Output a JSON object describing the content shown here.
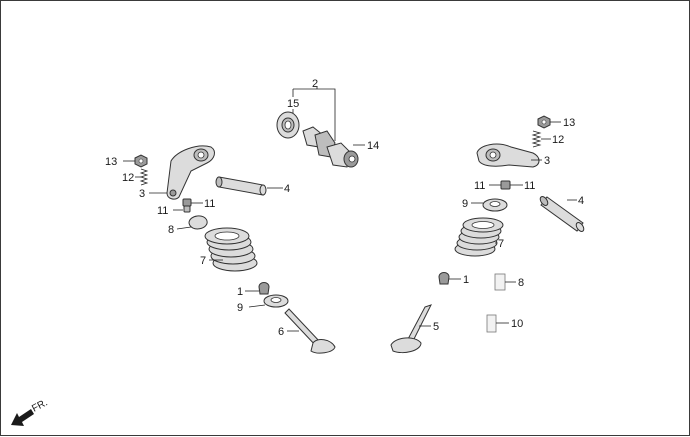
{
  "diagram": {
    "background": "#ffffff",
    "line_color": "#222222",
    "labels": {
      "cam_group": "2",
      "bearing": "15",
      "camshaft": "14",
      "nut_left": "13",
      "spring_left": "12",
      "rocker_left": "3",
      "shaft_left": "4",
      "adjuster_left_a": "11",
      "adjuster_left_b": "11",
      "seal_left": "8",
      "valve_spring_left": "7",
      "cotter_left": "1",
      "retainer_left": "9",
      "valve_left": "6",
      "nut_right": "13",
      "spring_right": "12",
      "rocker_right": "3",
      "adjuster_right_a": "11",
      "adjuster_right_b": "11",
      "shaft_right": "4",
      "retainer_right": "9",
      "valve_spring_right": "7",
      "cotter_right": "1",
      "seal_right": "8",
      "valve_right": "5",
      "guide_right": "10"
    },
    "direction": {
      "text": "FR.",
      "icon": "arrow-down-left-icon"
    }
  }
}
